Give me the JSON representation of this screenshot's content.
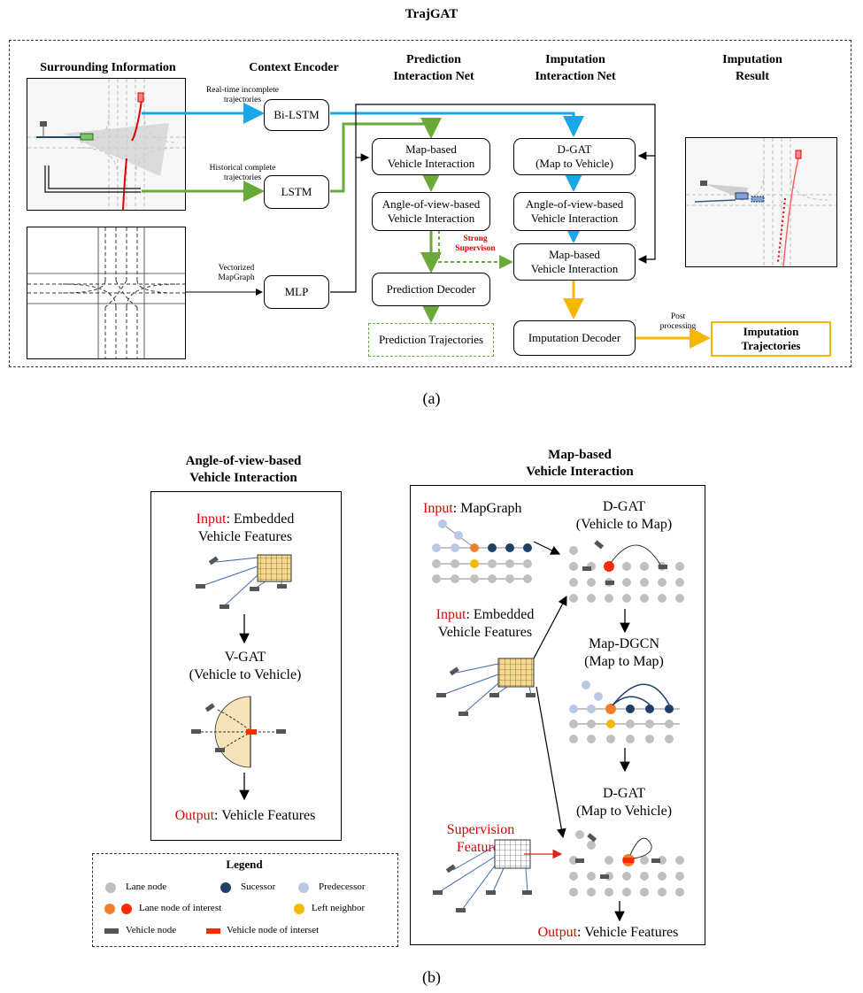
{
  "figure": {
    "title": "TrajGAT",
    "label_a": "(a)",
    "label_b": "(b)"
  },
  "part_a": {
    "headers": {
      "surrounding": "Surrounding Information",
      "context": "Context Encoder",
      "prediction": [
        "Prediction",
        "Interaction Net"
      ],
      "imputation": [
        "Imputation",
        "Interaction Net"
      ],
      "result": [
        "Imputation",
        "Result"
      ]
    },
    "edge_labels": {
      "realtime": [
        "Real-time incomplete",
        "trajectories"
      ],
      "historical": [
        "Historical complete",
        "trajectories"
      ],
      "vectorized": [
        "Vectorized",
        "MapGraph"
      ],
      "strong": [
        "Strong",
        "Supervison"
      ],
      "post": [
        "Post",
        "processing"
      ]
    },
    "boxes": {
      "bilstm": "Bi-LSTM",
      "lstm": "LSTM",
      "mlp": "MLP",
      "pred_map": [
        "Map-based",
        "Vehicle Interaction"
      ],
      "pred_aov": [
        "Angle-of-view-based",
        "Vehicle Interaction"
      ],
      "pred_decoder": "Prediction Decoder",
      "pred_traj": "Prediction Trajectories",
      "dgat": [
        "D-GAT",
        "(Map to Vehicle)"
      ],
      "imp_aov": [
        "Angle-of-view-based",
        "Vehicle Interaction"
      ],
      "imp_map": [
        "Map-based",
        "Vehicle Interaction"
      ],
      "imp_decoder": "Imputation Decoder",
      "imp_traj": [
        "Imputation",
        "Trajectories"
      ]
    },
    "colors": {
      "blue": "#1aa7e8",
      "green": "#6aaa3a",
      "yellow": "#f5b800",
      "red": "#e00000"
    }
  },
  "part_b": {
    "aov": {
      "title": [
        "Angle-of-view-based",
        "Vehicle Interaction"
      ],
      "input_word": "Input",
      "input_rest": ": Embedded",
      "input_line2": "Vehicle Features",
      "vgat": [
        "V-GAT",
        "(Vehicle to Vehicle)"
      ],
      "output_word": "Output",
      "output_rest": ": Vehicle Features"
    },
    "map": {
      "title": [
        "Map-based",
        "Vehicle Interaction"
      ],
      "input1_word": "Input",
      "input1_rest": ": MapGraph",
      "input2_word": "Input",
      "input2_rest": ": Embedded",
      "input2_line2": "Vehicle Features",
      "dgat1": [
        "D-GAT",
        "(Vehicle to Map)"
      ],
      "mapdgcn": [
        "Map-DGCN",
        "(Map to Map)"
      ],
      "dgat2": [
        "D-GAT",
        "(Map to Vehicle)"
      ],
      "supervision": [
        "Supervision",
        "Features"
      ],
      "output_word": "Output",
      "output_rest": ": Vehicle Features"
    },
    "legend": {
      "title": "Legend",
      "items": {
        "lane": "Lane node",
        "successor": "Sucessor",
        "predecessor": "Predecessor",
        "lane_interest": "Lane node of interest",
        "left": "Left neighbor",
        "vehicle": "Vehicle node",
        "vehicle_interest": "Vehicle node of interset"
      },
      "colors": {
        "lane": "#c0c0c0",
        "successor": "#1e3f66",
        "predecessor": "#b8c8e6",
        "interest_orange": "#f08030",
        "interest_red": "#ff2a00",
        "left": "#f5b800",
        "vehicle": "#555555",
        "vehicle_interest": "#ff2a00"
      }
    }
  }
}
